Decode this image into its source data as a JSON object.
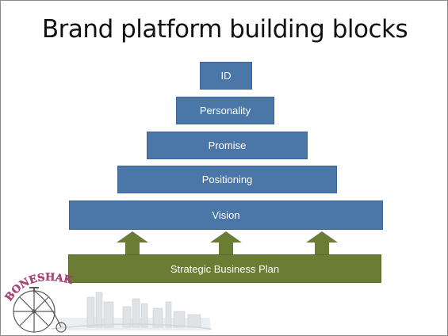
{
  "slide": {
    "title": "Brand platform building blocks"
  },
  "pyramid": {
    "blocks": [
      {
        "label": "ID"
      },
      {
        "label": "Personality"
      },
      {
        "label": "Promise"
      },
      {
        "label": "Positioning"
      },
      {
        "label": "Vision"
      }
    ],
    "base": {
      "label": "Strategic Business Plan"
    },
    "arrow_count": 3
  },
  "logo": {
    "text": "BONESHAKERS"
  },
  "colors": {
    "block_fill": "#4a76a8",
    "base_fill": "#6b7c35",
    "arrow_fill": "#6b7c35",
    "logo_text": "#b4407a"
  },
  "icons": [
    "up-arrow-icon",
    "penny-farthing-bicycle-icon",
    "city-skyline-icon"
  ]
}
